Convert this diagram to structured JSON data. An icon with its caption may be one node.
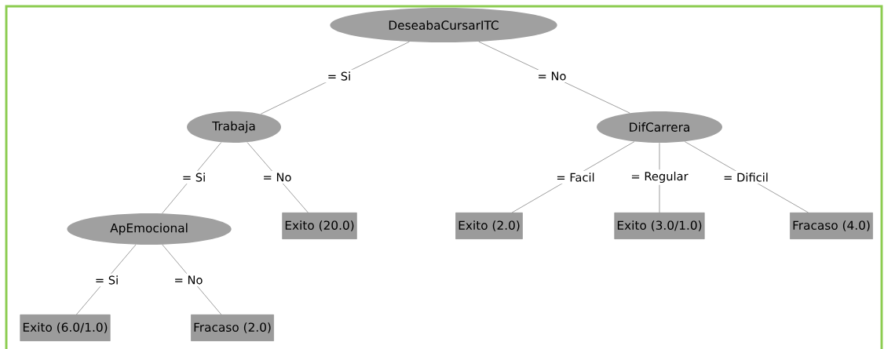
{
  "diagram": {
    "nodes": [
      {
        "text": [
          "DeseabaCursarITC"
        ]
      },
      {
        "text": [
          "Trabaja"
        ]
      },
      {
        "text": [
          "DifCarrera"
        ]
      },
      {
        "text": [
          "ApEmocional"
        ]
      },
      {
        "text": [
          "Exito (20.0)"
        ]
      },
      {
        "text": [
          "Exito (2.0)"
        ]
      },
      {
        "text": [
          "Exito (3.0/1.0)"
        ]
      },
      {
        "text": [
          "Fracaso (4.0)"
        ]
      },
      {
        "text": [
          "Exito (6.0/1.0)"
        ]
      },
      {
        "text": [
          "Fracaso (2.0)"
        ]
      }
    ],
    "edges": [
      {
        "from": 0,
        "to": 1,
        "arrow": "none",
        "label": "= Si"
      },
      {
        "from": 0,
        "to": 2,
        "arrow": "none",
        "label": "= No"
      },
      {
        "from": 1,
        "to": 3,
        "arrow": "none",
        "label": "= Si"
      },
      {
        "from": 1,
        "to": 4,
        "arrow": "none",
        "label": "= No"
      },
      {
        "from": 2,
        "to": 5,
        "arrow": "none",
        "label": "= Facil"
      },
      {
        "from": 2,
        "to": 6,
        "arrow": "none",
        "label": "= Regular"
      },
      {
        "from": 2,
        "to": 7,
        "arrow": "none",
        "label": "= Dificil"
      },
      {
        "from": 3,
        "to": 8,
        "arrow": "none",
        "label": "= Si"
      },
      {
        "from": 3,
        "to": 9,
        "arrow": "none",
        "label": "= No"
      }
    ]
  }
}
